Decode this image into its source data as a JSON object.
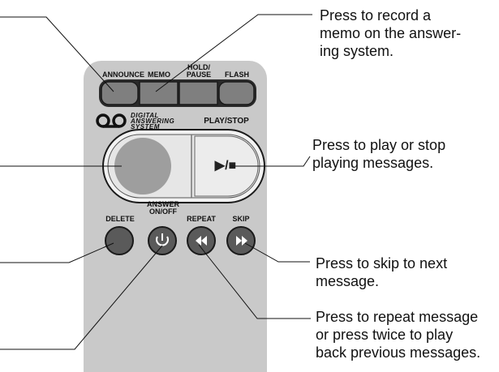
{
  "buttons": {
    "announce": "ANNOUNCE",
    "memo": "MEMO",
    "hold_pause": "HOLD/\nPAUSE",
    "flash": "FLASH",
    "play_stop": "PLAY/STOP",
    "play_stop_symbol": "▶/■",
    "delete": "DELETE",
    "answer_onoff": "ANSWER\nON/OFF",
    "repeat": "REPEAT",
    "skip": "SKIP"
  },
  "logo": {
    "text": "DIGITAL\nANSWERING\nSYSTEM"
  },
  "callouts": {
    "memo": "Press to record a\nmemo on the answer-\ning system.",
    "play_stop": "Press to play or stop\nplaying messages.",
    "skip": "Press to skip to next\nmessage.",
    "repeat": "Press to repeat message\nor press twice to play\nback previous messages."
  },
  "colors": {
    "panel": "#c9c9c9",
    "button_dark": "#555555",
    "outline": "#1a1a1a"
  }
}
